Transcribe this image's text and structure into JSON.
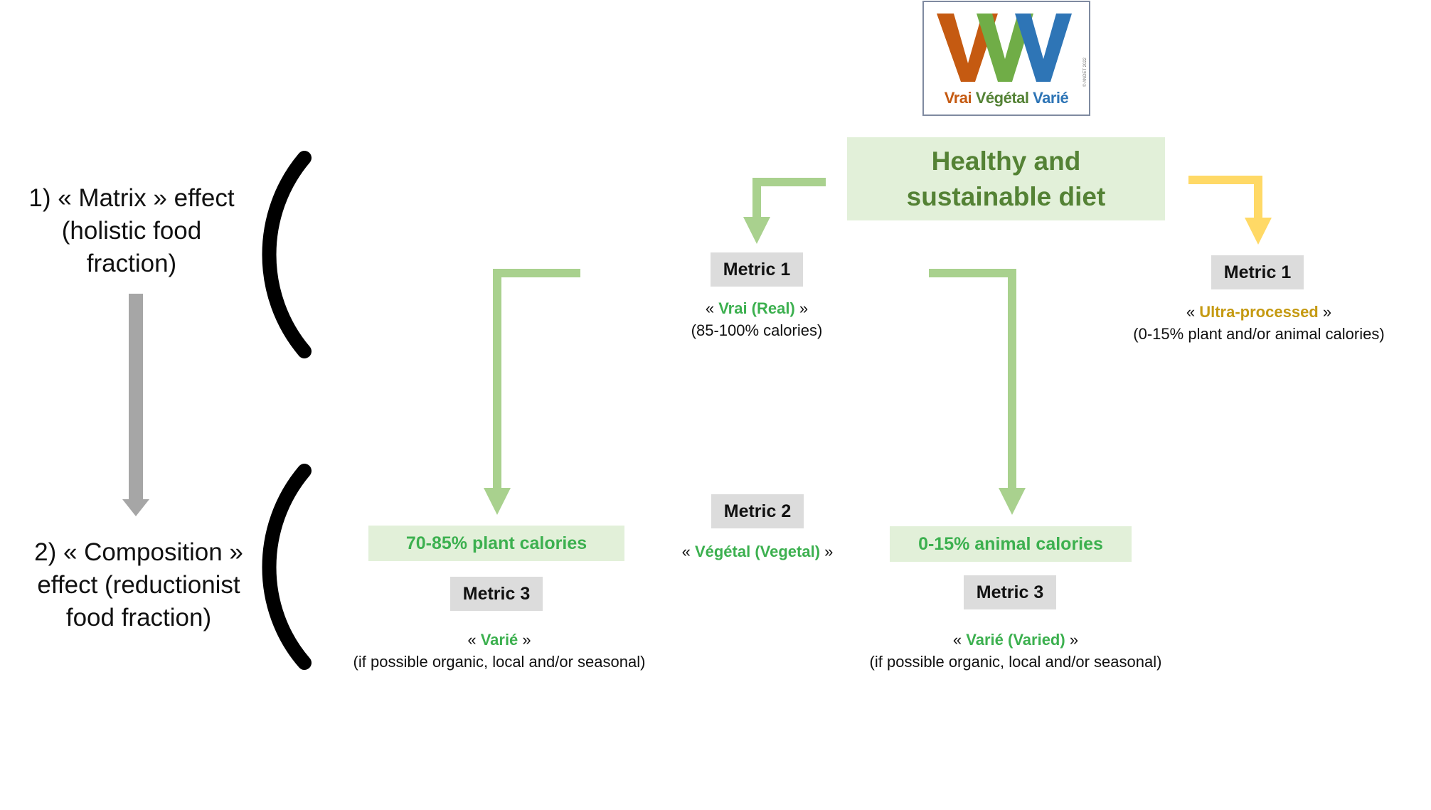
{
  "logo": {
    "word1": "Vrai",
    "word2": "Végétal",
    "word3": "Varié",
    "copyright": "© ANDET 2022",
    "colors": {
      "v1": "#c55a11",
      "v2": "#70ad47",
      "v3": "#2e75b6"
    }
  },
  "left_labels": {
    "matrix": [
      "1) « Matrix » effect",
      "(holistic food",
      "fraction)"
    ],
    "composition": [
      "2) « Composition »",
      "effect (reductionist",
      "food fraction)"
    ]
  },
  "main": {
    "line1": "Healthy and",
    "line2": "sustainable diet"
  },
  "metric1_real": {
    "badge": "Metric 1",
    "open": "« ",
    "term": "Vrai (Real)",
    "close": " »",
    "detail": "(85-100% calories)"
  },
  "metric1_ultra": {
    "badge": "Metric 1",
    "open": "« ",
    "term": "Ultra-processed",
    "close": " »",
    "detail": "(0-15% plant and/or animal calories)"
  },
  "metric2": {
    "badge": "Metric 2",
    "open": "« ",
    "term": "Végétal (Vegetal)",
    "close": " »"
  },
  "plant_box": "70-85% plant calories",
  "animal_box": "0-15% animal calories",
  "metric3_left": {
    "badge": "Metric 3",
    "open": "« ",
    "term": "Varié",
    "close": " »",
    "detail": "(if possible organic, local and/or seasonal)"
  },
  "metric3_right": {
    "badge": "Metric 3",
    "open": "« ",
    "term": "Varié (Varied)",
    "close": " »",
    "detail": "(if possible organic, local and/or seasonal)"
  },
  "colors": {
    "green_arrow": "#a9d18e",
    "yellow_arrow": "#ffd966",
    "grey_arrow": "#a6a6a6",
    "green_text": "#3cb04f",
    "dark_green_text": "#548235",
    "ultra_text": "#c59a12"
  }
}
